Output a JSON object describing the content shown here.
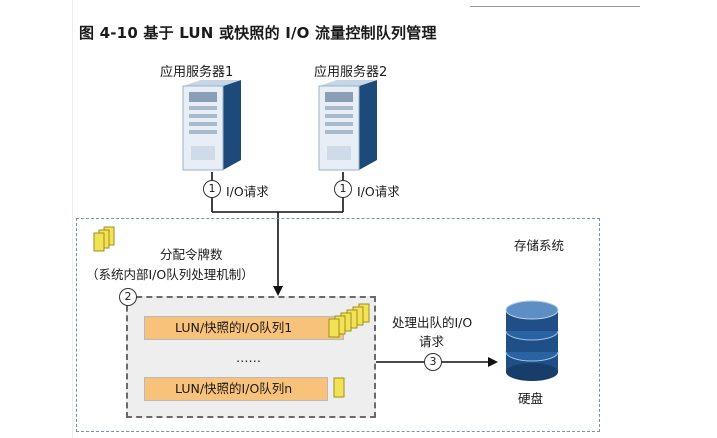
{
  "figure_title": "图 4-10 基于 LUN 或快照的 I/O 流量控制队列管理",
  "servers": [
    {
      "label": "应用服务器1",
      "step": "1",
      "flow": "I/O请求"
    },
    {
      "label": "应用服务器2",
      "step": "1",
      "flow": "I/O请求"
    }
  ],
  "storage_system_label": "存储系统",
  "token_allocation": {
    "line1": "分配令牌数",
    "line2": "（系统内部I/O队列处理机制）",
    "step": "2"
  },
  "queues": [
    {
      "label": "LUN/快照的I/O队列1"
    },
    {
      "label": "LUN/快照的I/O队列n"
    }
  ],
  "queue_ellipsis": "……",
  "dequeue": {
    "line1": "处理出队的I/O",
    "line2": "请求",
    "step": "3"
  },
  "disk_label": "硬盘",
  "colors": {
    "storage_border": "#7b93ad",
    "queue_bar": "#f8c27a",
    "token": "#f2e255",
    "disk": "#1f4f86",
    "server_front": "#e7eef6",
    "server_side": "#1d4a7a"
  }
}
